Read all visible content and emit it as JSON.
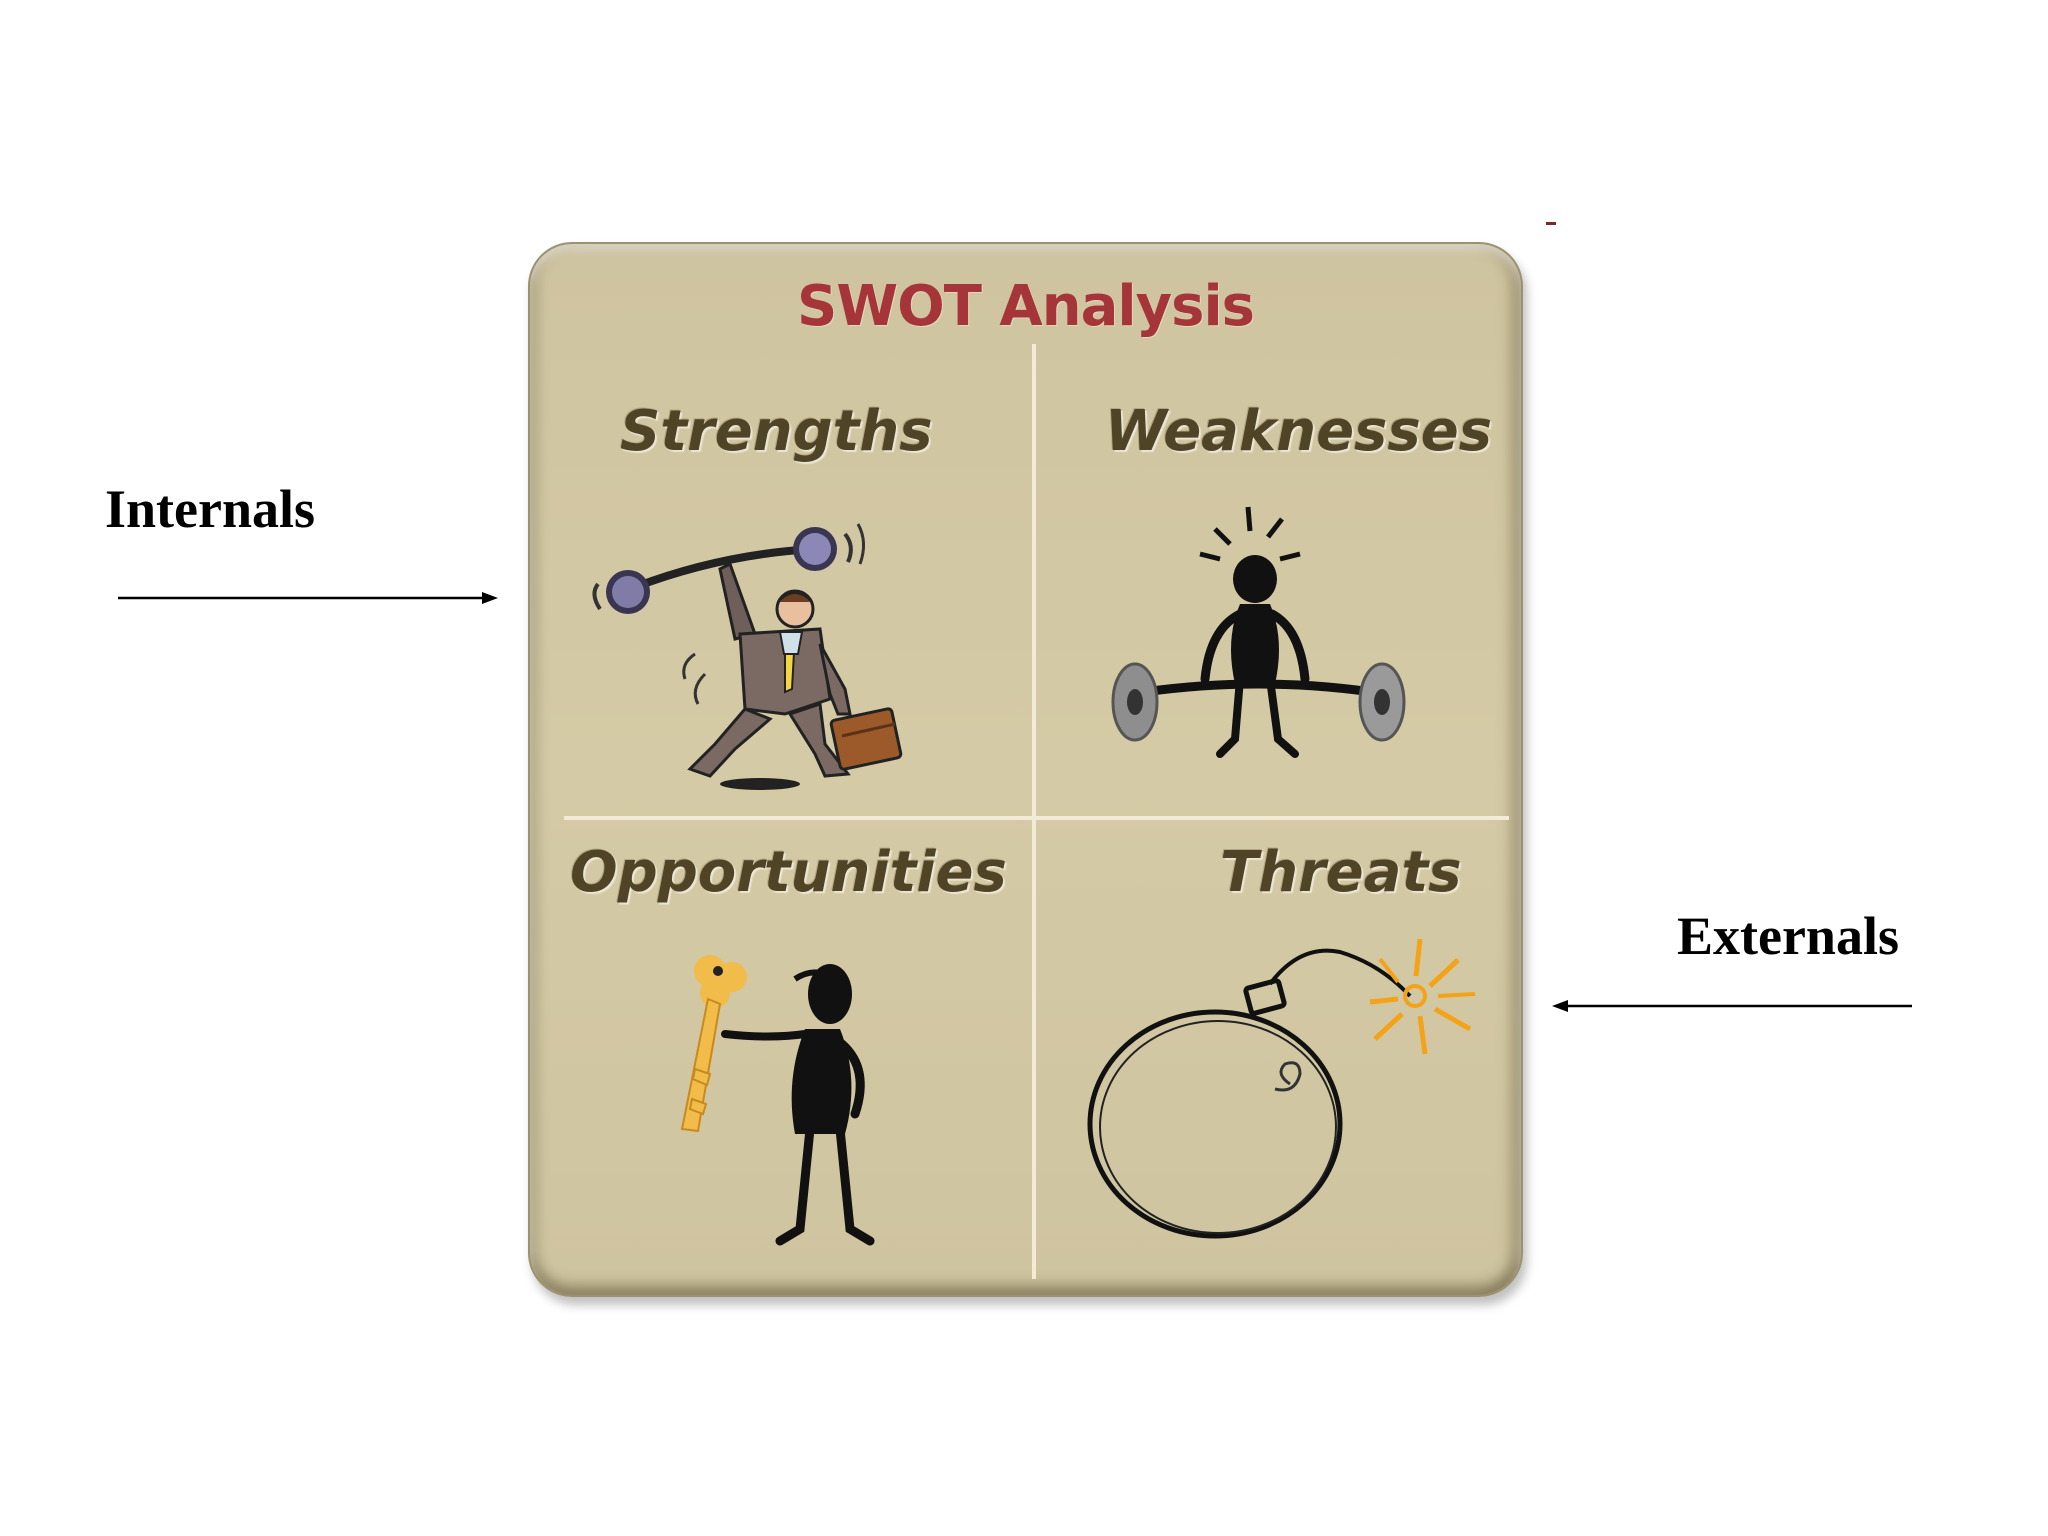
{
  "side_labels": {
    "internals": "Internals",
    "externals": "Externals"
  },
  "swot": {
    "title": "SWOT Analysis",
    "quadrants": {
      "strengths": "Strengths",
      "weaknesses": "Weaknesses",
      "opportunities": "Opportunities",
      "threats": "Threats"
    },
    "illustrations": [
      "weightlifter-businessman-icon",
      "struggling-lifter-icon",
      "figure-with-key-icon",
      "bomb-icon"
    ]
  },
  "colors": {
    "board": "#d4caa5",
    "title": "#a53538",
    "quadrant_label": "#4f4526"
  }
}
